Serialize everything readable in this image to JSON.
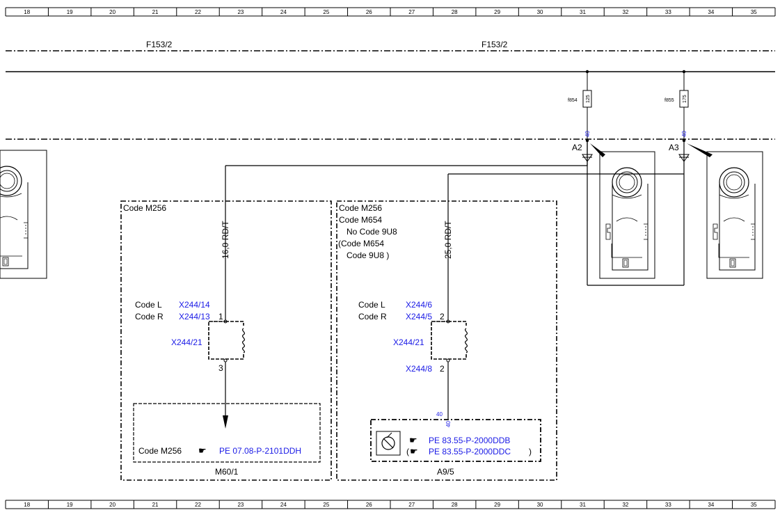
{
  "grid": {
    "columns": [
      "18",
      "19",
      "20",
      "21",
      "22",
      "23",
      "24",
      "25",
      "26",
      "27",
      "28",
      "29",
      "30",
      "31",
      "32",
      "33",
      "34",
      "35"
    ]
  },
  "bus": {
    "left_label": "F153/2",
    "right_label": "F153/2"
  },
  "fuses": [
    {
      "name": "f854",
      "rating": "125",
      "pin": "40",
      "terminal": "A2"
    },
    {
      "name": "f855",
      "rating": "175",
      "pin": "40",
      "terminal": "A3"
    }
  ],
  "left_box": {
    "title": "Code M256",
    "wire": "16,0 RD/T",
    "code_l": "Code L",
    "code_r": "Code R",
    "conn_l": "X244/14",
    "conn_r": "X244/13",
    "pin_top": "1",
    "splice": "X244/21",
    "pin_bottom": "3",
    "component_code": "Code M256",
    "reference": "PE 07.08-P-2101DDH",
    "component": "M60/1"
  },
  "right_box": {
    "title_1": "Code M256",
    "title_2": "Code M654",
    "title_3": "No Code 9U8",
    "title_4": "(Code M654",
    "title_5": "Code 9U8  )",
    "wire": "25,0 RD/T",
    "code_l": "Code L",
    "code_r": "Code R",
    "conn_l": "X244/6",
    "conn_r": "X244/5",
    "pin_top": "2",
    "splice": "X244/21",
    "conn_bottom": "X244/8",
    "pin_bottom": "2",
    "pin_component": "40",
    "ref_1": "PE 83.55-P-2000DDB",
    "ref_2": "PE 83.55-P-2000DDC",
    "ref_open": "(",
    "ref_close": ")",
    "component": "A9/5"
  },
  "icons": {
    "pointer": "pointing-hand-icon",
    "component_symbol": "compressor-symbol-icon",
    "terminal_clip": "battery-terminal-clip-icon"
  },
  "colors": {
    "reference_text": "#1a1ae6",
    "line": "#000000"
  }
}
